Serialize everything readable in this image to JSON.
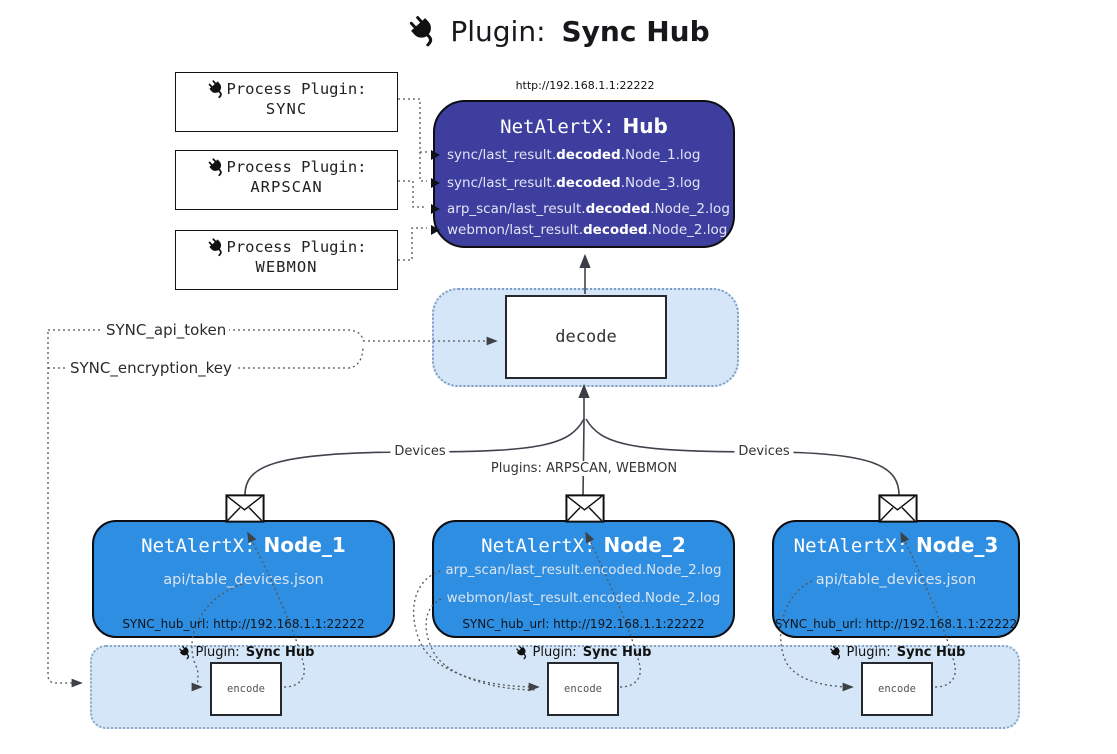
{
  "title": {
    "label": "Plugin:",
    "name": "Sync Hub"
  },
  "hub": {
    "url": "http://192.168.1.1:22222",
    "prefix": "NetAlertX:",
    "name": "Hub",
    "files": [
      {
        "pre": "sync/last_result.",
        "bold": "decoded",
        "post": ".Node_1.log"
      },
      {
        "pre": "sync/last_result.",
        "bold": "decoded",
        "post": ".Node_3.log"
      },
      {
        "pre": "arp_scan/last_result.",
        "bold": "decoded",
        "post": ".Node_2.log"
      },
      {
        "pre": "webmon/last_result.",
        "bold": "decoded",
        "post": ".Node_2.log"
      }
    ]
  },
  "process_plugins": [
    {
      "label": "Process Plugin:",
      "name": "SYNC"
    },
    {
      "label": "Process Plugin:",
      "name": "ARPSCAN"
    },
    {
      "label": "Process Plugin:",
      "name": "WEBMON"
    }
  ],
  "decode_label": "decode",
  "encode_label": "encode",
  "settings": {
    "api_token": "SYNC_api_token",
    "encryption_key": "SYNC_encryption_key"
  },
  "edge_labels": {
    "left": "Devices",
    "center": "Plugins: ARPSCAN, WEBMON",
    "right": "Devices"
  },
  "nodes": [
    {
      "prefix": "NetAlertX:",
      "name": "Node_1",
      "files": [
        "api/table_devices.json"
      ],
      "hub_url": "SYNC_hub_url: http://192.168.1.1:22222"
    },
    {
      "prefix": "NetAlertX:",
      "name": "Node_2",
      "files": [
        "arp_scan/last_result.encoded.Node_2.log",
        "webmon/last_result.encoded.Node_2.log"
      ],
      "hub_url": "SYNC_hub_url: http://192.168.1.1:22222"
    },
    {
      "prefix": "NetAlertX:",
      "name": "Node_3",
      "files": [
        "api/table_devices.json"
      ],
      "hub_url": "SYNC_hub_url: http://192.168.1.1:22222"
    }
  ],
  "sync_plugin": {
    "label": "Plugin:",
    "name": "Sync Hub"
  },
  "colors": {
    "hub_fill": "#3e3e9e",
    "node_fill": "#2e8ee2",
    "panel_fill": "#d4e6f7",
    "panel_border": "#89a7c6",
    "line": "#3f434b"
  }
}
